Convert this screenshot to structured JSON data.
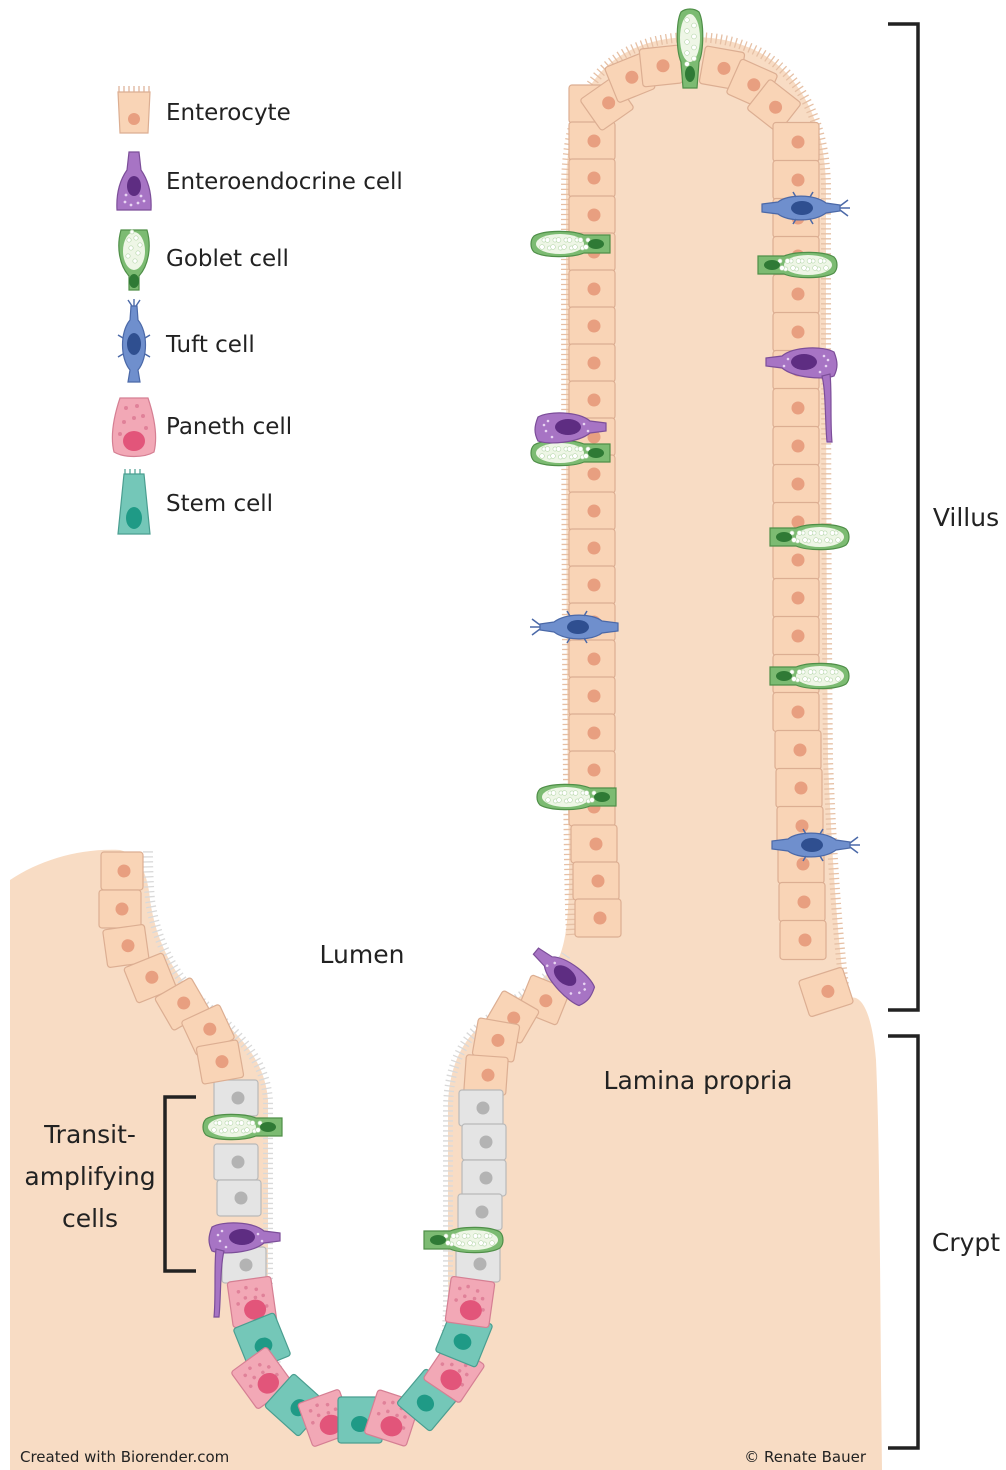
{
  "legend": [
    {
      "key": "enterocyte",
      "label": "Enterocyte",
      "icon": "enterocyte-icon"
    },
    {
      "key": "enteroendocrine",
      "label": "Enteroendocrine cell",
      "icon": "enteroendocrine-cell-icon"
    },
    {
      "key": "goblet",
      "label": "Goblet cell",
      "icon": "goblet-cell-icon"
    },
    {
      "key": "tuft",
      "label": "Tuft cell",
      "icon": "tuft-cell-icon"
    },
    {
      "key": "paneth",
      "label": "Paneth cell",
      "icon": "paneth-cell-icon"
    },
    {
      "key": "stem",
      "label": "Stem cell",
      "icon": "stem-cell-icon"
    }
  ],
  "labels": {
    "lumen": "Lumen",
    "lamina_propria": "Lamina propria",
    "villus": "Villus",
    "crypt": "Crypt",
    "transit_line1": "Transit-",
    "transit_line2": "amplifying",
    "transit_line3": "cells"
  },
  "credits": {
    "left": "Created with Biorender.com",
    "right": "© Renate Bauer"
  },
  "colors": {
    "tissue": "#f8dcc4",
    "enterocyte": "#f9d4b6",
    "enterocyte_nucleus": "#e89f80",
    "transit": "#e4e4e4",
    "transit_nucleus": "#b3b3b3",
    "goblet": "#7cbb72",
    "goblet_granules": "#eef6e6",
    "tuft": "#6f8fcd",
    "enteroendocrine": "#a774c4",
    "paneth": "#f2a8b6",
    "paneth_nucleus": "#e2557a",
    "stem": "#74c7b8",
    "stem_nucleus": "#1f9a86",
    "bracket": "#222222"
  }
}
